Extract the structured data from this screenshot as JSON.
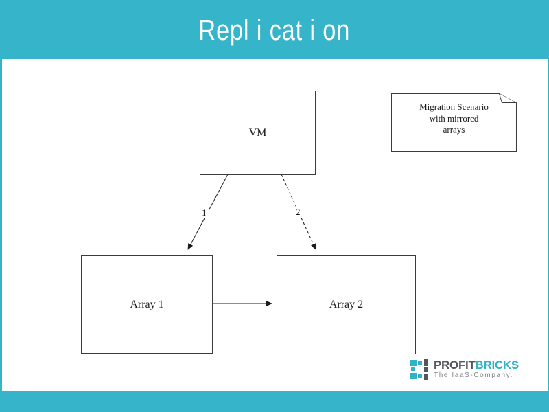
{
  "slide": {
    "title": "Repl i cat i on"
  },
  "colors": {
    "teal_accent": "#35b4ca",
    "box_border": "#3c3c3c",
    "diagram_text": "#1b1b1b",
    "logo_dark_gray": "#55555c",
    "logo_teal": "#2fb3c9",
    "tagline_gray": "#84848a"
  },
  "diagram": {
    "nodes": {
      "vm": {
        "label": "VM"
      },
      "array1": {
        "label": "Array 1"
      },
      "array2": {
        "label": "Array 2"
      }
    },
    "note": {
      "lines": [
        "Migration Scenario",
        "with mirrored",
        "arrays"
      ]
    },
    "edges": {
      "vm_to_array1": {
        "label": "1",
        "style": "solid"
      },
      "vm_to_array2": {
        "label": "2",
        "style": "dashed"
      },
      "array1_to_array2": {
        "style": "solid"
      }
    }
  },
  "logo": {
    "brand_part1": "PROFIT",
    "brand_part2": "BRICKS",
    "tagline": "The IaaS-Company."
  }
}
